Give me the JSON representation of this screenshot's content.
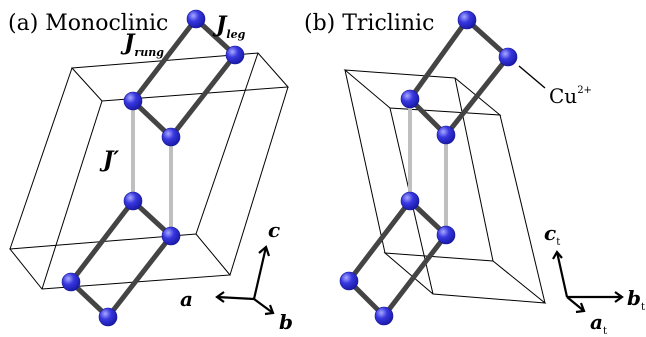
{
  "panels": [
    {
      "label": "(a) Monoclinic",
      "exchange_labels": {
        "rung": "J",
        "rung_sub": "rung",
        "leg": "J",
        "leg_sub": "leg",
        "interladder": "J′"
      },
      "axes": {
        "a": "a",
        "b": "b",
        "c": "c"
      }
    },
    {
      "label": "(b) Triclinic",
      "ion_label": "Cu",
      "ion_charge": "2+",
      "axes": {
        "a": "a",
        "a_sub": "t",
        "b": "b",
        "b_sub": "t",
        "c": "c",
        "c_sub": "t"
      }
    }
  ],
  "colors": {
    "atom": "#3838e0",
    "atom_highlight": "#a9a9ff",
    "bond": "#444444",
    "interladder_bond": "#bfbfbf",
    "cell_edge": "#000000"
  }
}
